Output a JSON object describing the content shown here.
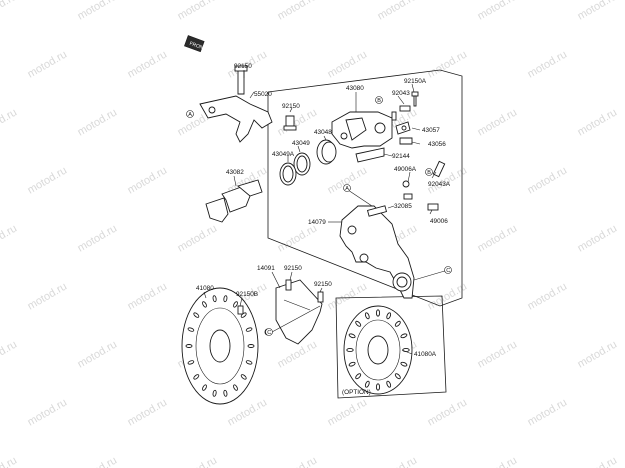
{
  "watermark": "motod.ru",
  "front_arrow": "FRONT",
  "option_label": "(OPTION)",
  "callouts": [
    "A",
    "B",
    "C"
  ],
  "parts": {
    "p92150_top": "92150",
    "p55020": "55020",
    "p92150_bracket": "92150",
    "p43080": "43080",
    "p92150A": "92150A",
    "p92043": "92043",
    "p43048": "43048",
    "p43049": "43049",
    "p43049A": "43049A",
    "p43057": "43057",
    "p43056": "43056",
    "p92144": "92144",
    "p43082": "43082",
    "p49006A": "49006A",
    "p92043A": "92043A",
    "p32085": "32085",
    "p14079": "14079",
    "p49006": "49006",
    "p14091": "14091",
    "p92150_guard": "92150",
    "p41080": "41080",
    "p92150B": "92150B",
    "p92150_lower": "92150",
    "p41080A": "41080A"
  }
}
